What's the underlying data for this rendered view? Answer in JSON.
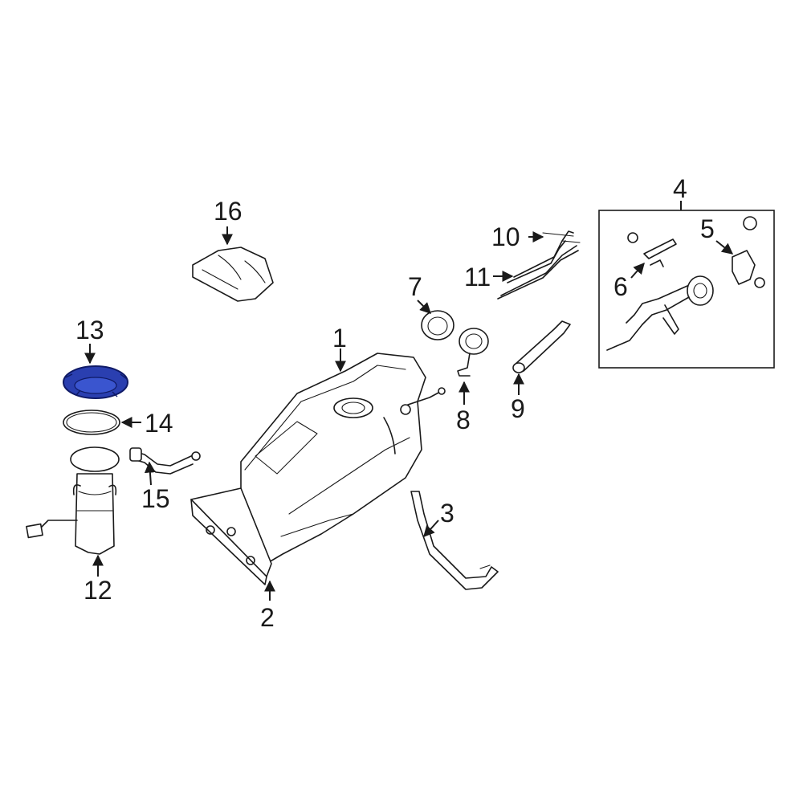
{
  "colors": {
    "line": "#1a1a1a",
    "background": "#ffffff",
    "highlight": "#2a3fb0",
    "highlight_stroke": "#0f1a66"
  },
  "callouts": {
    "c1": "1",
    "c2": "2",
    "c3": "3",
    "c4": "4",
    "c5": "5",
    "c6": "6",
    "c7": "7",
    "c8": "8",
    "c9": "9",
    "c10": "10",
    "c11": "11",
    "c12": "12",
    "c13": "13",
    "c14": "14",
    "c15": "15",
    "c16": "16"
  },
  "highlighted_part": "13"
}
